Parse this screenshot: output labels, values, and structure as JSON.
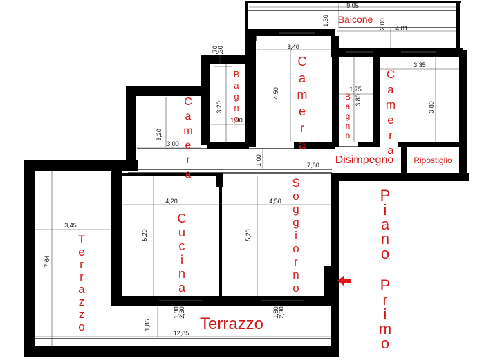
{
  "colors": {
    "wall": "#000000",
    "label": "#d21a1a",
    "arrow": "#e0161a",
    "dimension": "#111111"
  },
  "floor_label": "Piano Primo",
  "entrance_arrow_icon": "arrow-left-icon",
  "rooms": {
    "balcone": "Balcone",
    "camera_center": "Camera",
    "camera_right": "Camera",
    "camera_left": "Camera",
    "bagno_left": "Bagno",
    "bagno_right": "Bagno",
    "disimpegno": "Disimpegno",
    "ripostiglio": "Ripostiglio",
    "soggiorno": "Soggiorno",
    "cucina": "Cucina",
    "terrazzo_left": "Terrazzo",
    "terrazzo_bottom": "Terrazzo"
  },
  "dimensions": {
    "d905": "9,05",
    "d130a": "1,30",
    "d200": "2,00",
    "d481": "4,81",
    "d340": "3,40",
    "d335": "3,35",
    "d070": "0,70",
    "d130b": "1,30",
    "d450a": "4,50",
    "d175": "1,75",
    "d380a": "3,80",
    "d380b": "3,80",
    "d320a": "3,20",
    "d180a": "1,80",
    "d320b": "3,20",
    "d300": "3,00",
    "d100": "1,00",
    "d780": "7,80",
    "d420": "4,20",
    "d450b": "4,50",
    "d345": "3,45",
    "d520a": "5,20",
    "d520b": "5,20",
    "d764": "7,64",
    "d180b": "1,80",
    "d230a": "2,30",
    "d180c": "1,80",
    "d230b": "2,30",
    "d185": "1,85",
    "d1285": "12,85"
  }
}
